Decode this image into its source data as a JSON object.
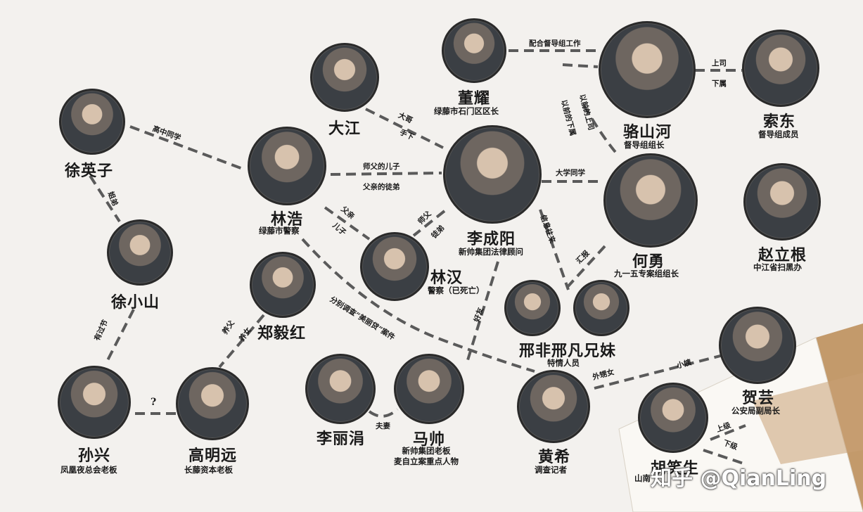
{
  "characters": [
    {
      "id": "xu-yingzi",
      "name": "徐英子",
      "role": ""
    },
    {
      "id": "xu-xiaoshan",
      "name": "徐小山",
      "role": ""
    },
    {
      "id": "sun-xing",
      "name": "孙兴",
      "role": "凤凰夜总会老板"
    },
    {
      "id": "gao-mingyuan",
      "name": "高明远",
      "role": "长藤资本老板"
    },
    {
      "id": "zheng-yihong",
      "name": "郑毅红",
      "role": ""
    },
    {
      "id": "lin-hao",
      "name": "林浩",
      "role": "绿藤市警察"
    },
    {
      "id": "da-jiang",
      "name": "大江",
      "role": ""
    },
    {
      "id": "dong-yao",
      "name": "董耀",
      "role": "绿藤市石门区区长"
    },
    {
      "id": "li-chengyang",
      "name": "李成阳",
      "role": "新帅集团法律顾问"
    },
    {
      "id": "lin-han",
      "name": "林汉",
      "role": "警察（已死亡）"
    },
    {
      "id": "luo-shanhe",
      "name": "骆山河",
      "role": "督导组组长"
    },
    {
      "id": "suo-dong",
      "name": "索东",
      "role": "督导组成员"
    },
    {
      "id": "he-yong",
      "name": "何勇",
      "role": "九一五专案组组长"
    },
    {
      "id": "zhao-ligen",
      "name": "赵立根",
      "role": "中江省扫黑办"
    },
    {
      "id": "xing-brothers",
      "name": "邢非邢凡兄妹",
      "role": "特情人员"
    },
    {
      "id": "li-lijuan",
      "name": "李丽涓",
      "role": ""
    },
    {
      "id": "ma-shuai",
      "name": "马帅",
      "role": "新帅集团老板\n麦自立案重点人物"
    },
    {
      "id": "huang-xi",
      "name": "黄希",
      "role": "调查记者"
    },
    {
      "id": "he-yun",
      "name": "贺芸",
      "role": "公安局副局长"
    },
    {
      "id": "hu-xiaosheng",
      "name": "胡笑生",
      "role": "山南"
    }
  ],
  "relations": {
    "high_school": "高中同学",
    "father_son_a": "师父的儿子",
    "father_apprentice": "父亲的徒弟",
    "dajiang_boss": "大哥",
    "dajiang_sub": "手下",
    "cooperate": "配合督导组工作",
    "superior": "上司",
    "subordinate": "下属",
    "uni_mates": "大学同学",
    "old_sub_a": "以前的下属",
    "old_sub_b": "以前的上司",
    "siblings": "姐弟",
    "father": "父亲",
    "son": "儿子",
    "master": "师父",
    "apprentice": "徒弟",
    "info_contact": "信息往来",
    "report": "汇报",
    "investigate": "分别调查“美丽贷”案件",
    "friend": "好友",
    "stepfather": "养父",
    "adopted": "养女",
    "has_past": "有过节",
    "unknown": "?",
    "spouse": "夫妻",
    "niece": "外甥女",
    "aunt": "小姨",
    "superior2": "上级",
    "subordinate2": "下级"
  },
  "watermark": "知乎 @QianLing"
}
